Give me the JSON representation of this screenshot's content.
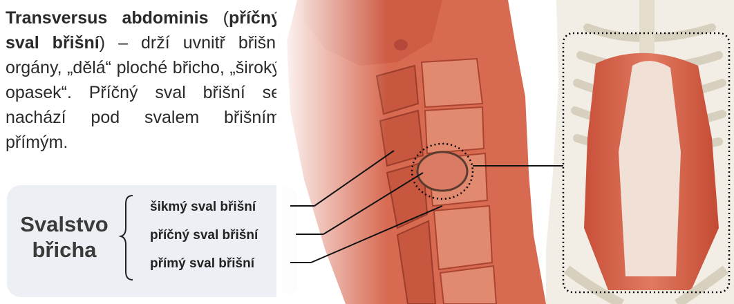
{
  "intro": {
    "term_bold": "Transversus abdominis",
    "open_paren": "(",
    "czech_bold": "příčný sval břišní",
    "desc": ") – drží uvnitř břišní orgány, „dělá“ ploché břicho, „široký opasek“. Příčný sval břišní se nachází pod svalem břišním přímým."
  },
  "legend": {
    "title_line1": "Svalstvo",
    "title_line2": "břicha",
    "items": [
      {
        "label": "šikmý sval břišní"
      },
      {
        "label": "příčný sval břišní"
      },
      {
        "label": "přímý sval břišní"
      }
    ]
  },
  "colors": {
    "muscle": "#d9654a",
    "muscle_dark": "#b8452f",
    "fascia": "#f3e3dc",
    "bone": "#e9e4d7",
    "legend_bg": "#eceff3"
  }
}
